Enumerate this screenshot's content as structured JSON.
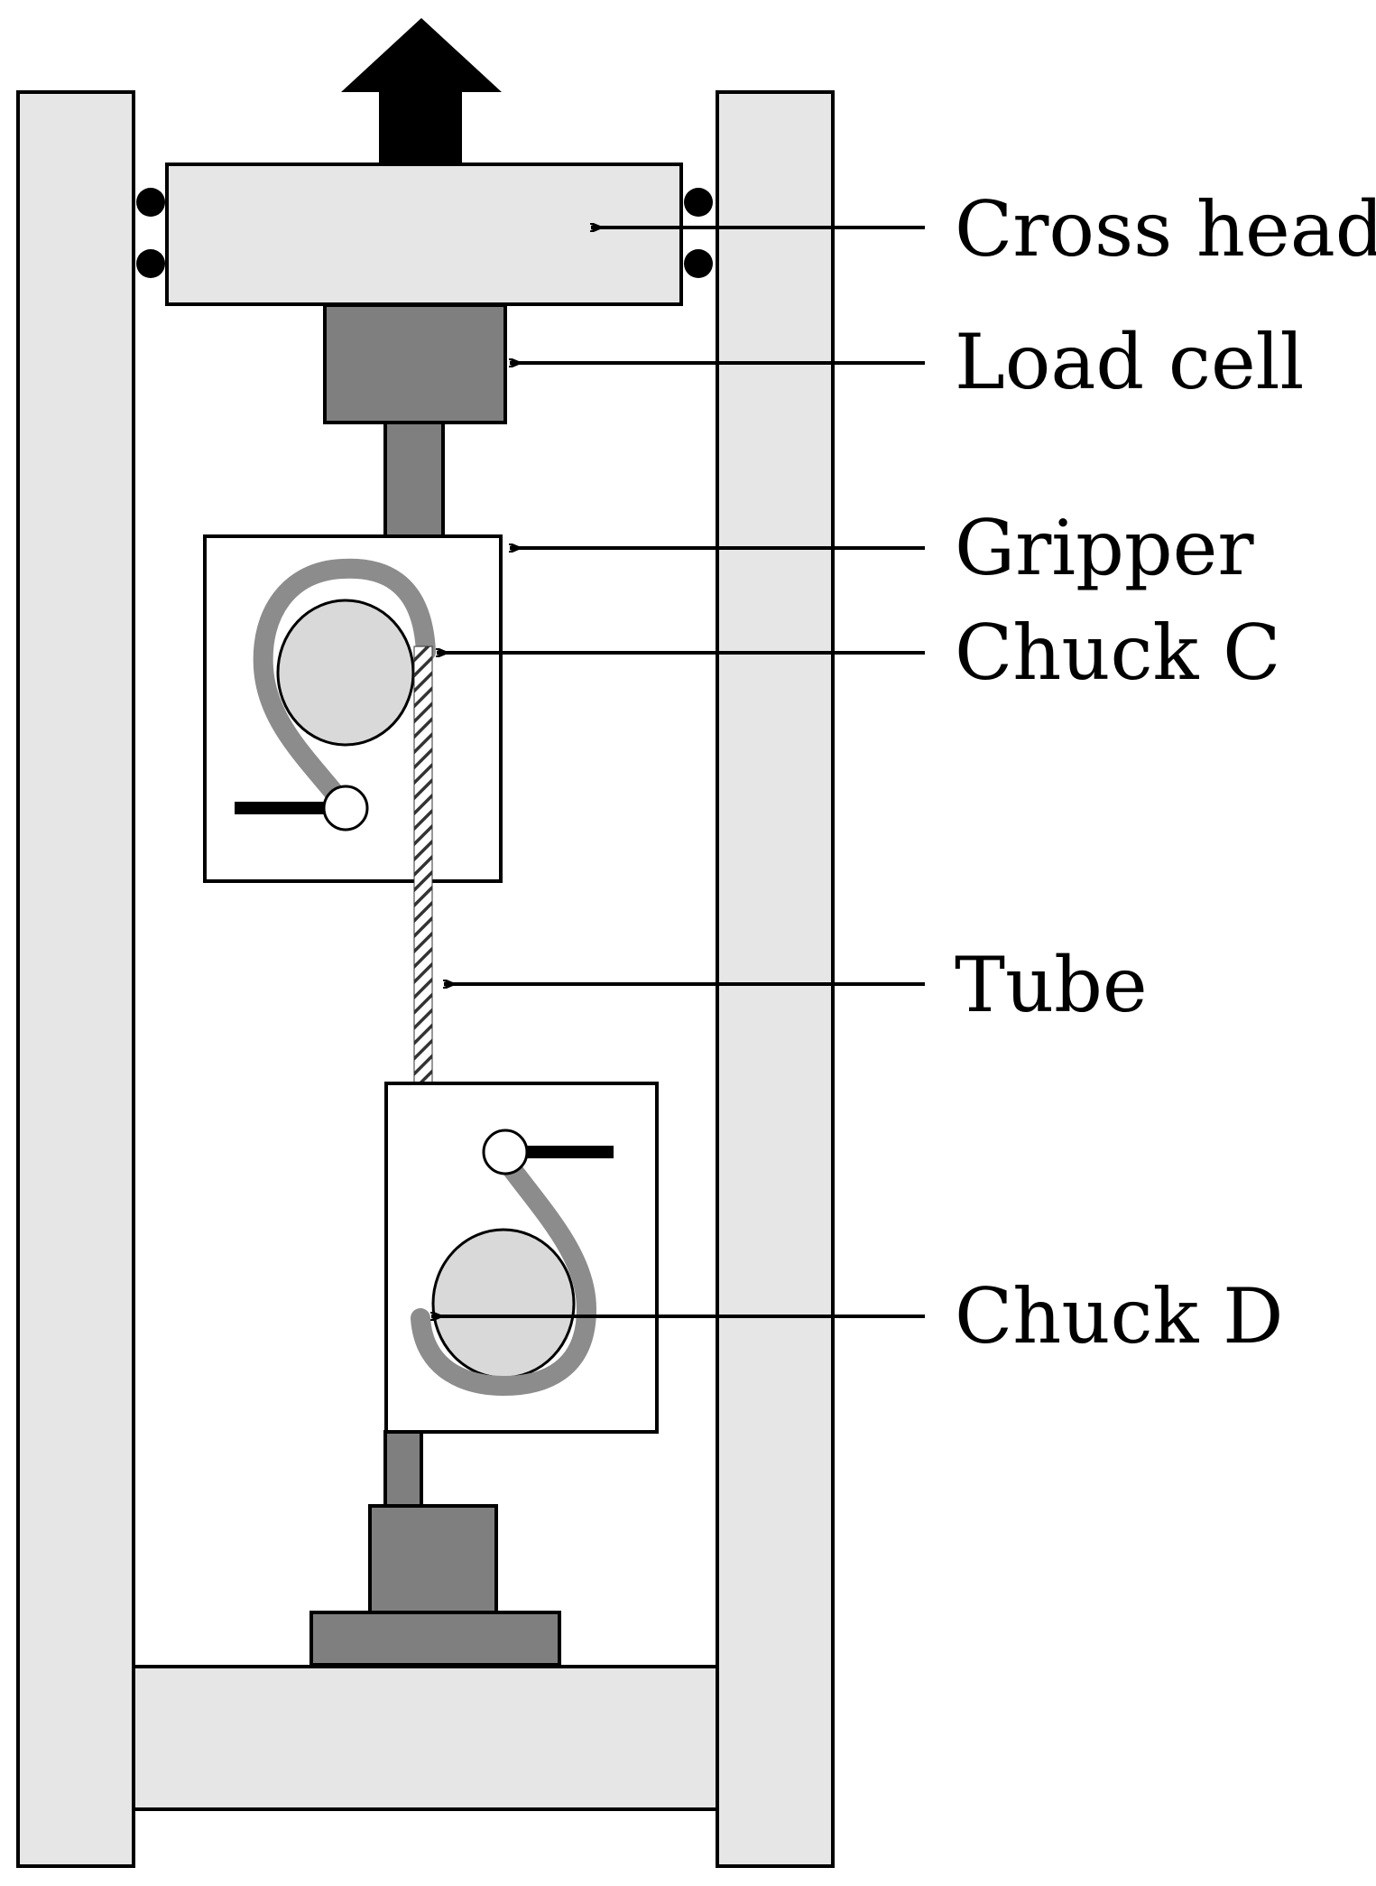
{
  "labels": {
    "cross_head": "Cross head",
    "load_cell": "Load cell",
    "gripper": "Gripper",
    "chuck_c": "Chuck C",
    "tube": "Tube",
    "chuck_d": "Chuck D"
  },
  "colors": {
    "frame_fill": "#e6e6e6",
    "dark_gray": "#7f7f7f",
    "chuck_fill": "#d9d9d9",
    "chuck_wrap": "#8c8c8c",
    "ink": "#000000"
  }
}
